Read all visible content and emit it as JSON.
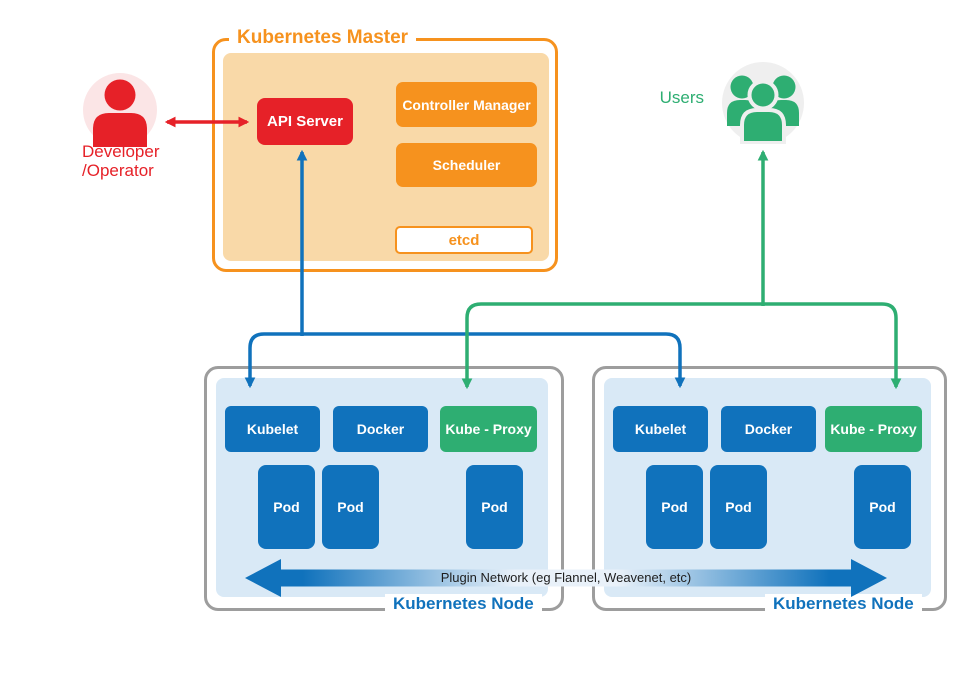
{
  "master": {
    "title": "Kubernetes Master",
    "api_server": "API Server",
    "controller_manager": "Controller Manager",
    "scheduler": "Scheduler",
    "etcd": "etcd"
  },
  "developer": {
    "line1": "Developer",
    "line2": "/Operator"
  },
  "users": {
    "label": "Users"
  },
  "nodes": [
    {
      "label": "Kubernetes Node",
      "components": [
        "Kubelet",
        "Docker",
        "Kube - Proxy"
      ],
      "pods": [
        "Pod",
        "Pod",
        "Pod"
      ]
    },
    {
      "label": "Kubernetes Node",
      "components": [
        "Kubelet",
        "Docker",
        "Kube - Proxy"
      ],
      "pods": [
        "Pod",
        "Pod",
        "Pod"
      ]
    }
  ],
  "network": {
    "label": "Plugin Network (eg Flannel, Weavenet, etc)"
  },
  "colors": {
    "orange": "#F6921E",
    "orange_fill": "#F9D9A8",
    "red": "#E62128",
    "blue": "#1072BC",
    "green": "#2EAE72",
    "node_fill": "#D9E9F6",
    "node_border": "#9D9D9D"
  }
}
